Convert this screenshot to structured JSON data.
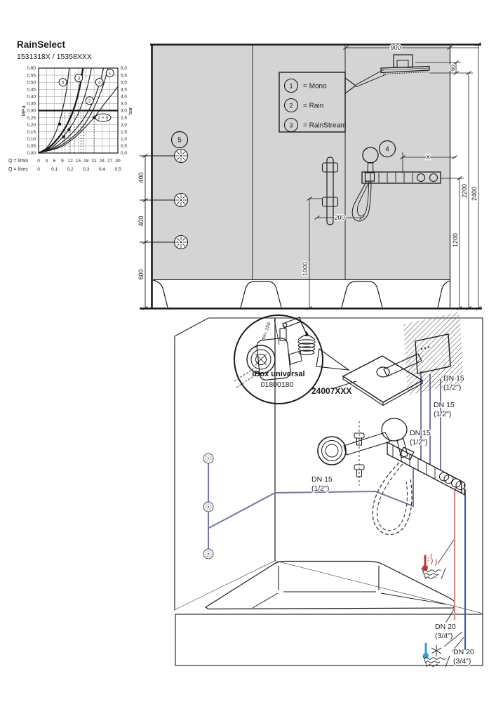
{
  "product": {
    "title": "RainSelect",
    "subtitle": "1531318X / 15358XXX"
  },
  "chart_data": {
    "type": "line",
    "title": "RainSelect flow rate vs pressure",
    "xlabel_primary": "Q = l/min",
    "xlabel_secondary": "Q = l/sec",
    "ylabel_left": "MPa",
    "ylabel_right": "bar",
    "xlim": [
      0,
      30
    ],
    "ylim": [
      0,
      0.6
    ],
    "grid": true,
    "x_ticks": [
      "0",
      "3",
      "6",
      "9",
      "12",
      "15",
      "18",
      "21",
      "24",
      "27",
      "30"
    ],
    "sec_ticks": [
      "0",
      "0,1",
      "0,2",
      "0,3",
      "0,4",
      "0,5"
    ],
    "y_ticks_mpa": [
      "0,00",
      "0,05",
      "0,10",
      "0,15",
      "0,20",
      "0,25",
      "0,30",
      "0,35",
      "0,40",
      "0,45",
      "0,50",
      "0,55",
      "0,60"
    ],
    "y_ticks_bar": [
      "0,0",
      "0,5",
      "1,0",
      "1,5",
      "2,0",
      "2,5",
      "3,0",
      "3,5",
      "4,0",
      "4,5",
      "5,0",
      "5,5",
      "6,0"
    ],
    "ref_pressure_mpa": 0.3,
    "series": [
      {
        "name": "5",
        "width": 1.1,
        "points": [
          [
            0,
            0
          ],
          [
            3,
            0.035
          ],
          [
            5,
            0.09
          ],
          [
            7,
            0.17
          ],
          [
            9,
            0.3
          ],
          [
            10.5,
            0.44
          ],
          [
            11.6,
            0.6
          ]
        ]
      },
      {
        "name": "3",
        "width": 2.3,
        "points": [
          [
            0,
            0
          ],
          [
            4,
            0.04
          ],
          [
            8,
            0.12
          ],
          [
            11,
            0.21
          ],
          [
            13.5,
            0.32
          ],
          [
            15.5,
            0.46
          ],
          [
            16.8,
            0.6
          ]
        ]
      },
      {
        "name": "2",
        "width": 1.1,
        "points": [
          [
            0,
            0
          ],
          [
            5,
            0.04
          ],
          [
            9,
            0.11
          ],
          [
            12,
            0.18
          ],
          [
            14.5,
            0.26
          ],
          [
            16.5,
            0.35
          ],
          [
            18.5,
            0.47
          ],
          [
            20,
            0.6
          ]
        ]
      },
      {
        "name": "4",
        "width": 1.1,
        "points": [
          [
            0,
            0
          ],
          [
            6,
            0.04
          ],
          [
            11,
            0.11
          ],
          [
            15,
            0.19
          ],
          [
            18,
            0.27
          ],
          [
            21,
            0.38
          ],
          [
            23.5,
            0.52
          ],
          [
            24.6,
            0.6
          ]
        ]
      },
      {
        "name": "1",
        "width": 1.1,
        "points": [
          [
            0,
            0
          ],
          [
            7,
            0.04
          ],
          [
            12,
            0.1
          ],
          [
            16,
            0.17
          ],
          [
            19,
            0.25
          ],
          [
            22,
            0.36
          ],
          [
            24.5,
            0.48
          ],
          [
            26.3,
            0.6
          ]
        ]
      },
      {
        "name": "2 + 5",
        "width": 1.1,
        "points": [
          [
            0,
            0
          ],
          [
            8,
            0.04
          ],
          [
            13,
            0.1
          ],
          [
            17,
            0.17
          ],
          [
            21,
            0.25
          ],
          [
            25,
            0.35
          ],
          [
            28,
            0.42
          ],
          [
            30,
            0.47
          ]
        ]
      }
    ],
    "curve_labels": [
      {
        "text": "1",
        "x": 27.0,
        "y": 0.565,
        "shape": "circle"
      },
      {
        "text": "3",
        "x": 15.2,
        "y": 0.53,
        "shape": "circle"
      },
      {
        "text": "5",
        "x": 9.2,
        "y": 0.5,
        "shape": "circle"
      },
      {
        "text": "4",
        "x": 23.0,
        "y": 0.5,
        "shape": "circle"
      },
      {
        "text": "2",
        "x": 19.3,
        "y": 0.37,
        "shape": "circle"
      },
      {
        "text": "2 + 5",
        "x": 24.4,
        "y": 0.25,
        "shape": "ellipse"
      }
    ],
    "markers": [
      [
        8,
        0.205
      ],
      [
        9.5,
        0.115
      ],
      [
        11.5,
        0.165
      ],
      [
        21,
        0.25
      ]
    ],
    "dashed_x": [
      10,
      11.5,
      13.5,
      16,
      17,
      21
    ]
  },
  "legend": {
    "items": [
      {
        "num": "1",
        "label": "= Mono"
      },
      {
        "num": "2",
        "label": "= Rain"
      },
      {
        "num": "3",
        "label": "= RainStream"
      }
    ]
  },
  "elevation": {
    "callout_handshower": "4",
    "callout_bodyspray": "5",
    "dim_width": "900",
    "dim_head": "60",
    "dim_x": "X",
    "dim_hose": "200",
    "dim_bar": "1000",
    "dim_1200": "1200",
    "dim_2200": "2200",
    "dim_2400": "2400",
    "dim_gap1": "400",
    "dim_gap2": "400",
    "dim_gap3": "600"
  },
  "isometric": {
    "detail_title": "iBox universal",
    "detail_code": "01800180",
    "detail_depth": "min. 150",
    "product_code": "24007XXX",
    "dn": [
      {
        "l1": "DN 15",
        "l2": "(1/2\")"
      },
      {
        "l1": "DN 15",
        "l2": "(1/2\")"
      },
      {
        "l1": "DN 15",
        "l2": "(1/2\")"
      },
      {
        "l1": "DN 15",
        "l2": "(1/2\")"
      },
      {
        "l1": "DN 20",
        "l2": "(3/4\")"
      },
      {
        "l1": "DN 20",
        "l2": "(3/4\")"
      }
    ]
  },
  "colors": {
    "wall": "#d4d4d4",
    "wall_iso_left": "#d9d9d9",
    "wall_iso_right": "#cecece",
    "apron": "#c8c8c8",
    "line": "#1a1a1a",
    "pipe_mixed": "#7577a6",
    "pipe_hot": "#d28b8b",
    "pipe_cold": "#3d5fa5",
    "hot_icon": "#cc3333",
    "cold_icon": "#2b9fd8"
  }
}
